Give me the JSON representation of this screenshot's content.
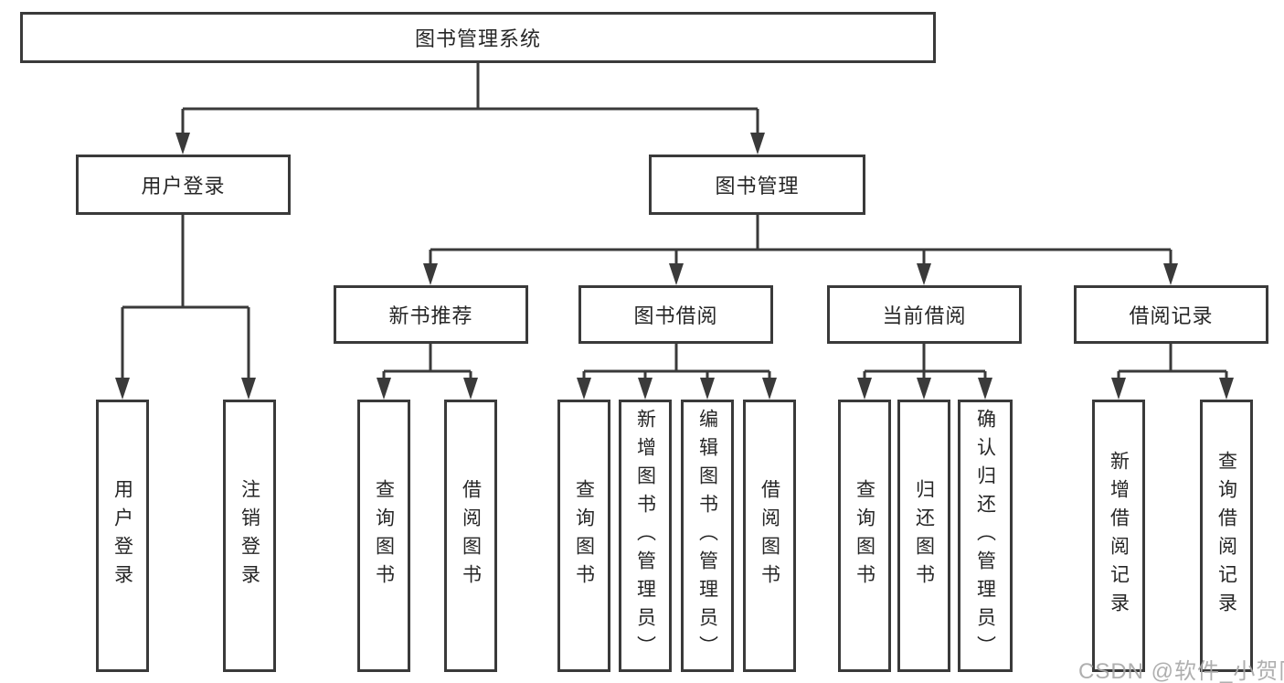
{
  "diagram_title": "图书管理系统",
  "colors": {
    "line": "#3a3a3a",
    "node_border": "#3a3a3a",
    "node_background": "#ffffff",
    "text": "#262626",
    "watermark": "#a9a9a9",
    "background": "#ffffff"
  },
  "nodes": {
    "root": "图书管理系统",
    "userLogin": "用户登录",
    "bookMgmt": "图书管理",
    "newBookRec": "新书推荐",
    "bookBorrow": "图书借阅",
    "currentBorrow": "当前借阅",
    "borrowRecord": "借阅记录",
    "ulLogin": "用户登录",
    "ulLogout": "注销登录",
    "nbQuery": "查询图书",
    "nbBorrow": "借阅图书",
    "bbQuery": "查询图书",
    "bbAdd": "新增图书（管理员）",
    "bbEdit": "编辑图书（管理员）",
    "bbBorrow": "借阅图书",
    "cbQuery": "查询图书",
    "cbReturn": "归还图书",
    "cbConfirm": "确认归还（管理员）",
    "brAdd": "新增借阅记录",
    "brQuery": "查询借阅记录"
  },
  "structure": {
    "图书管理系统": {
      "用户登录": [
        "用户登录",
        "注销登录"
      ],
      "图书管理": {
        "新书推荐": [
          "查询图书",
          "借阅图书"
        ],
        "图书借阅": [
          "查询图书",
          "新增图书（管理员）",
          "编辑图书（管理员）",
          "借阅图书"
        ],
        "当前借阅": [
          "查询图书",
          "归还图书",
          "确认归还（管理员）"
        ],
        "借阅记录": [
          "新增借阅记录",
          "查询借阅记录"
        ]
      }
    }
  },
  "watermark": "CSDN @软件_小贺同学"
}
